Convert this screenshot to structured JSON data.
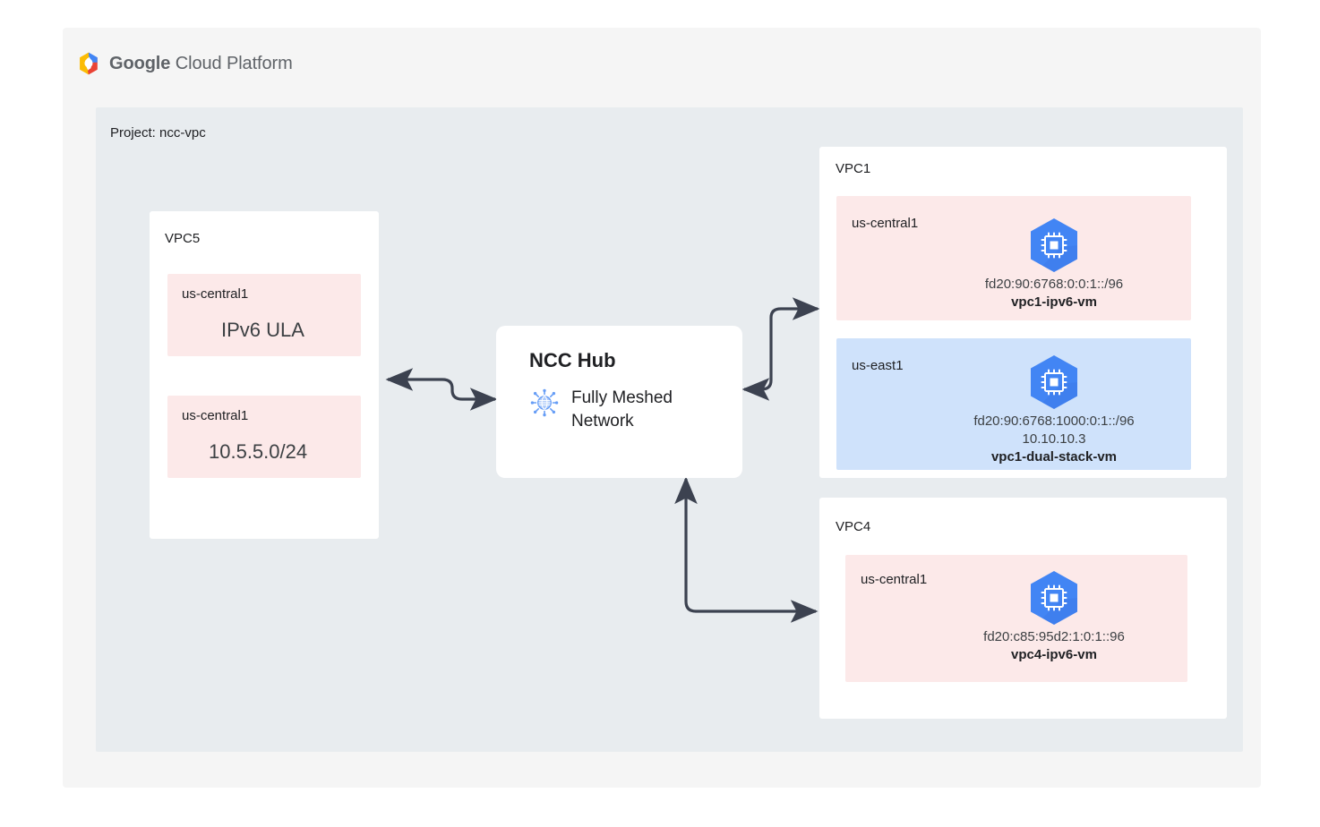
{
  "brand": {
    "logo_icon": "gcp-hexagon-logo",
    "word_google": "Google",
    "word_cloud_platform": "Cloud Platform"
  },
  "project": {
    "label": "Project: ncc-vpc"
  },
  "hub": {
    "title": "NCC Hub",
    "icon": "ncc-hub-spokes-icon",
    "subtitle": "Fully Meshed Network"
  },
  "colors": {
    "page_background": "#ffffff",
    "card_background": "#f5f5f5",
    "project_panel": "#e8ecef",
    "vpc_box": "#ffffff",
    "region_pink": "#fce9e9",
    "region_blue": "#cfe2fb",
    "connector": "#3c4250",
    "vm_icon_blue": "#4285f4",
    "hub_icon_blue": "#669df6",
    "text_primary": "#202124",
    "text_secondary": "#3c4043",
    "brand_text": "#5f6368"
  },
  "vpcs": [
    {
      "name": "VPC5",
      "regions": [
        {
          "label": "us-central1",
          "style": "pink",
          "big_text": "IPv6 ULA",
          "vm": null
        },
        {
          "label": "us-central1",
          "style": "pink",
          "big_text": "10.5.5.0/24",
          "vm": null
        }
      ]
    },
    {
      "name": "VPC1",
      "regions": [
        {
          "label": "us-central1",
          "style": "pink",
          "big_text": null,
          "vm": {
            "icon": "compute-vm-icon",
            "addresses": [
              "fd20:90:6768:0:0:1::/96"
            ],
            "name": "vpc1-ipv6-vm"
          }
        },
        {
          "label": "us-east1",
          "style": "blue",
          "big_text": null,
          "vm": {
            "icon": "compute-vm-icon",
            "addresses": [
              "fd20:90:6768:1000:0:1::/96",
              "10.10.10.3"
            ],
            "name": "vpc1-dual-stack-vm"
          }
        }
      ]
    },
    {
      "name": "VPC4",
      "regions": [
        {
          "label": "us-central1",
          "style": "pink",
          "big_text": null,
          "vm": {
            "icon": "compute-vm-icon",
            "addresses": [
              "fd20:c85:95d2:1:0:1::96"
            ],
            "name": "vpc4-ipv6-vm"
          }
        }
      ]
    }
  ],
  "connections": [
    {
      "from": "VPC5",
      "to": "NCC Hub",
      "style": "bidirectional"
    },
    {
      "from": "NCC Hub",
      "to": "VPC1",
      "style": "bidirectional"
    },
    {
      "from": "NCC Hub",
      "to": "VPC4",
      "style": "bidirectional"
    }
  ]
}
